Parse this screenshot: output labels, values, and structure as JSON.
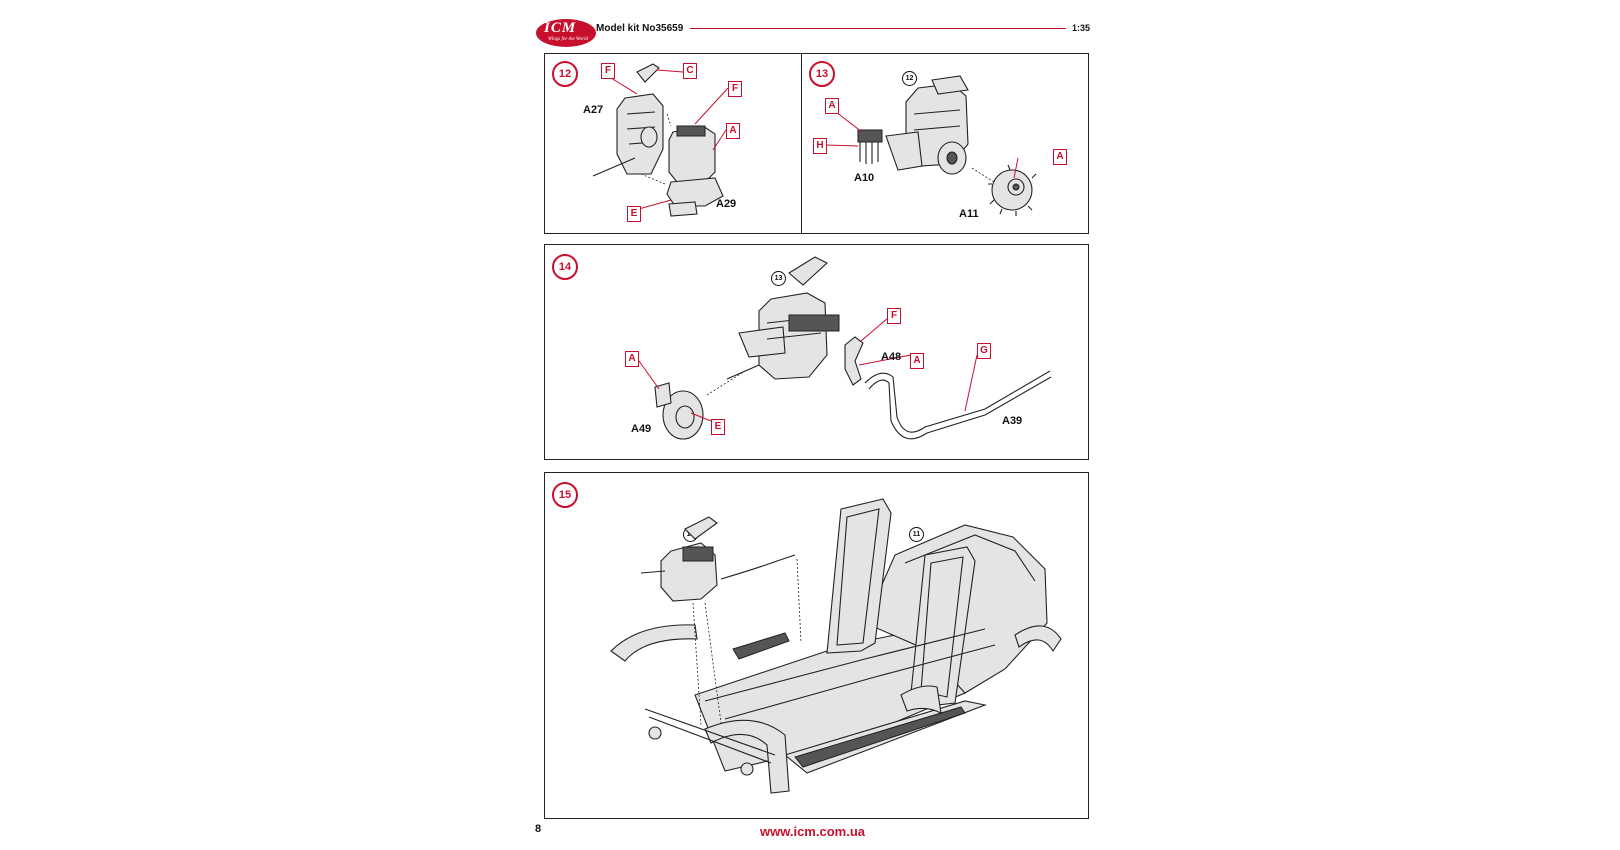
{
  "header": {
    "brand": "ICM",
    "tagline": "Wings for the World",
    "title": "Model kit No35659",
    "scale": "1:35"
  },
  "colors": {
    "accent": "#c8102e",
    "line": "#222222"
  },
  "steps": {
    "s12": {
      "number": "12",
      "tags": [
        "F",
        "C",
        "F",
        "A",
        "E"
      ],
      "parts": [
        "A27",
        "A29"
      ]
    },
    "s13": {
      "number": "13",
      "ref": "12",
      "tags": [
        "A",
        "H",
        "A"
      ],
      "parts": [
        "A10",
        "A11"
      ]
    },
    "s14": {
      "number": "14",
      "ref": "13",
      "tags": [
        "F",
        "A",
        "G",
        "A",
        "E"
      ],
      "parts": [
        "A48",
        "A39",
        "A49"
      ]
    },
    "s15": {
      "number": "15",
      "refs": [
        "14",
        "11"
      ]
    }
  },
  "footer": {
    "page": "8",
    "website": "www.icm.com.ua"
  }
}
